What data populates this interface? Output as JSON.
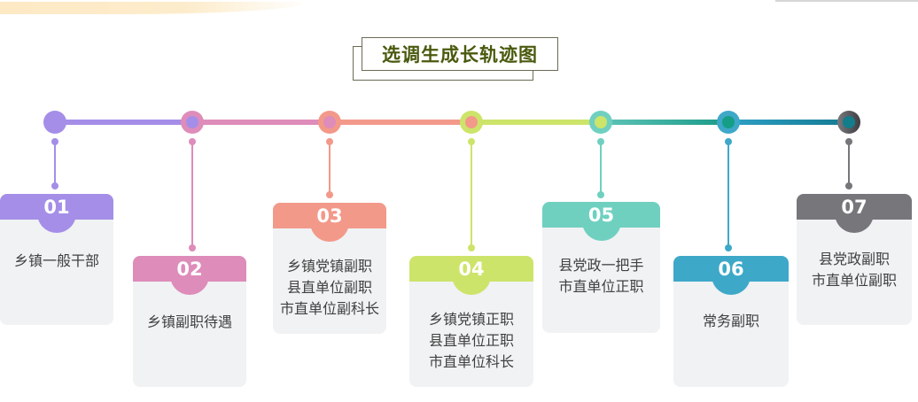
{
  "title": "选调生成长轨迹图",
  "colors": {
    "title_text": "#4a5a0e",
    "title_border": "#6b6b55",
    "card_bg": "#f0f2f4",
    "body_text": "#404040"
  },
  "steps": [
    {
      "num": "01",
      "color": "#a58ee8",
      "lines": [
        "乡镇一般干部"
      ]
    },
    {
      "num": "02",
      "color": "#de8cba",
      "lines": [
        "乡镇副职待遇"
      ]
    },
    {
      "num": "03",
      "color": "#f3998a",
      "lines": [
        "乡镇党镇副职",
        "县直单位副职",
        "市直单位副科长"
      ]
    },
    {
      "num": "04",
      "color": "#cde46a",
      "lines": [
        "乡镇党镇正职",
        "县直单位正职",
        "市直单位科长"
      ]
    },
    {
      "num": "05",
      "color": "#6fd0c0",
      "lines": [
        "县党政一把手",
        "市直单位正职"
      ]
    },
    {
      "num": "06",
      "color": "#3ea8c8",
      "lines": [
        "常务副职"
      ]
    },
    {
      "num": "07",
      "color": "#77767b",
      "lines": [
        "县党政副职",
        "市直单位副职"
      ]
    }
  ]
}
